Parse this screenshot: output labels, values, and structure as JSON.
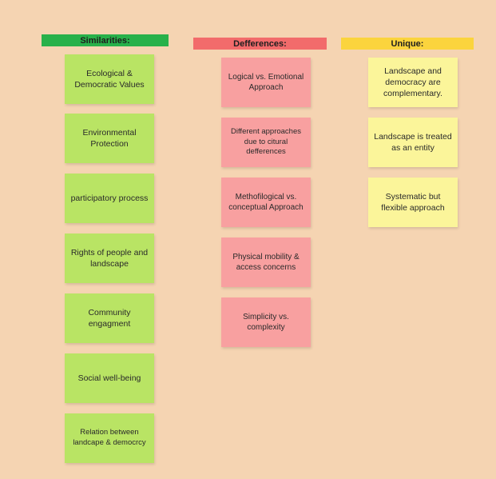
{
  "columns": {
    "similarities": {
      "title": "Similarities:",
      "color": "#28b14a",
      "notes": [
        "Ecological & Democratic Values",
        "Environmental Protection",
        "participatory process",
        "Rights of people and landscape",
        "Community engagment",
        "Social well-being",
        "Relation between landcape & democrcy"
      ]
    },
    "differences": {
      "title": "Defferences:",
      "color": "#f26b6b",
      "notes": [
        "Logical vs. Emotional Approach",
        "Different approaches due to citural defferences",
        "Methofilogical vs. conceptual Approach",
        "Physical mobility & access concerns",
        "Simplicity vs. complexity"
      ]
    },
    "unique": {
      "title": "Unique:",
      "color": "#fbd43d",
      "notes": [
        "Landscape and democracy are complementary.",
        "Landscape is treated as an entity",
        "Systematic but flexible approach"
      ]
    }
  },
  "note_colors": {
    "green": "#b9e464",
    "red": "#f8a0a0",
    "yellow": "#fbf59a"
  },
  "background": "#f5d4b2"
}
